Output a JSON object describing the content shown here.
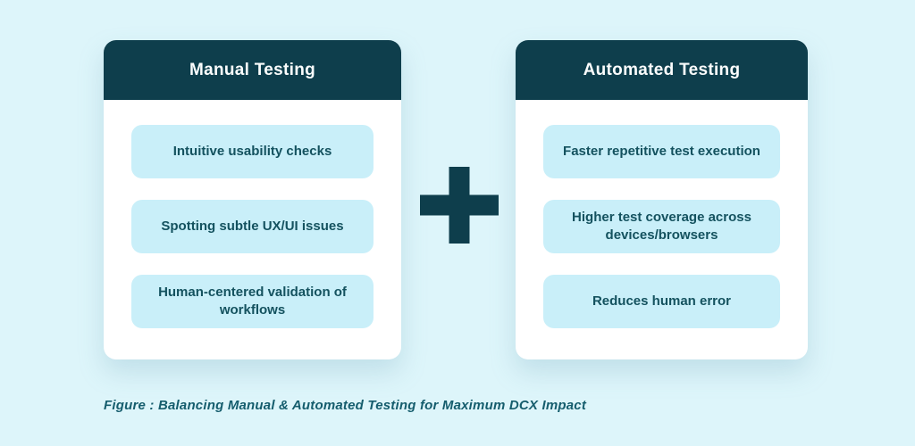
{
  "page": {
    "background_color": "#ddf5fa",
    "accent_dark": "#0e3e4c",
    "item_bg": "#c9eff9",
    "item_text_color": "#14525f",
    "caption_color": "#155d6d"
  },
  "columns": [
    {
      "title": "Manual Testing",
      "items": [
        "Intuitive usability checks",
        "Spotting subtle UX/UI issues",
        "Human-centered validation of workflows"
      ]
    },
    {
      "title": "Automated Testing",
      "items": [
        "Faster repetitive test execution",
        "Higher test coverage across devices/browsers",
        "Reduces human error"
      ]
    }
  ],
  "plus": {
    "symbol": "+"
  },
  "caption": "Figure : Balancing Manual & Automated Testing for Maximum DCX Impact"
}
